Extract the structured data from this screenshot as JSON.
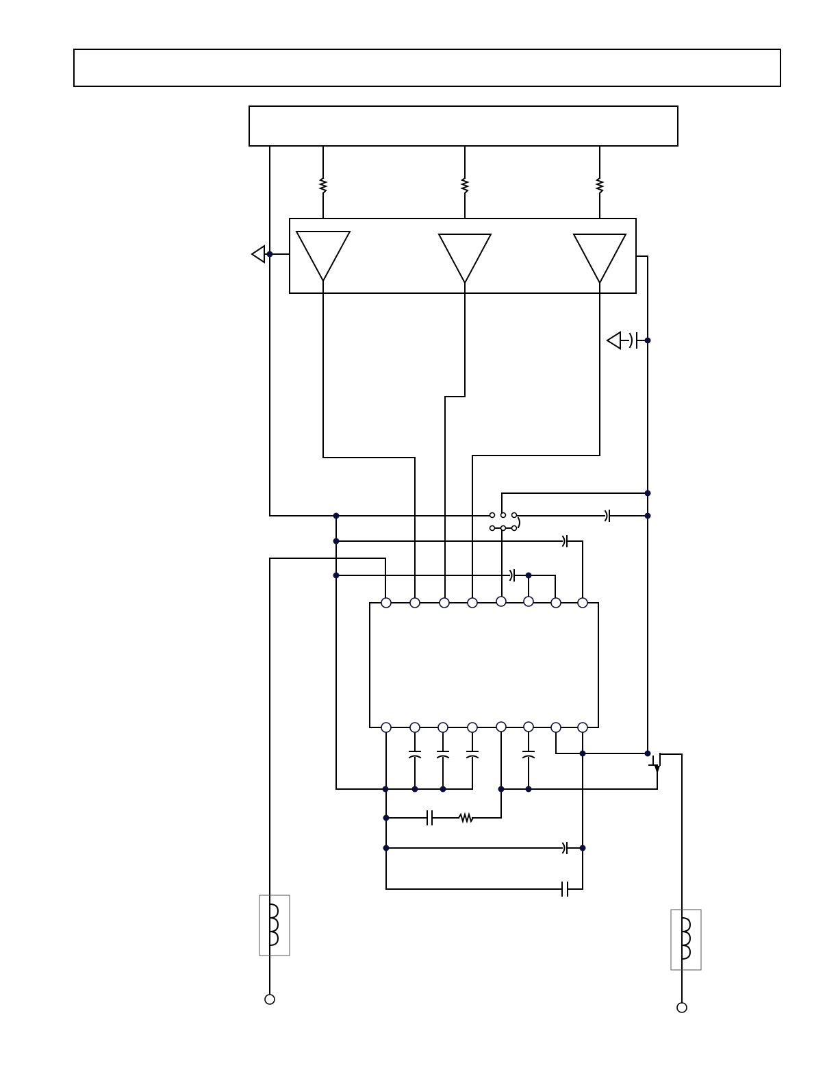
{
  "diagram": {
    "kind": "schematic",
    "title_block_text": "",
    "controller_block_text": "",
    "ic_label": "",
    "top_pin_count": 8,
    "bottom_pin_count": 8,
    "buffer_count": 3,
    "inductor_count": 2,
    "colors": {
      "wire": "#000000",
      "node": "#0d0d3a",
      "component_box": "#555555",
      "background": "#ffffff"
    },
    "icons": [
      "resistor-icon",
      "capacitor-icon",
      "inductor-icon",
      "ground-icon",
      "buffer-amp-icon",
      "mosfet-icon",
      "terminal-icon",
      "jumper-icon"
    ]
  }
}
